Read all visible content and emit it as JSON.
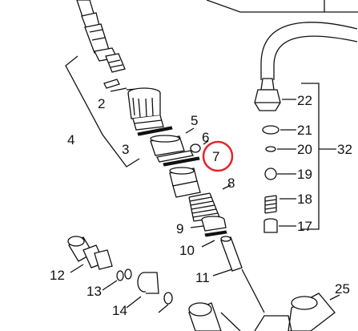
{
  "labels": {
    "l2": "2",
    "l3": "3",
    "l4": "4",
    "l5": "5",
    "l6": "6",
    "l7": "7",
    "l8": "8",
    "l9": "9",
    "l10": "10",
    "l11": "11",
    "l12": "12",
    "l13": "13",
    "l14": "14",
    "l17": "17",
    "l18": "18",
    "l19": "19",
    "l20": "20",
    "l21": "21",
    "l22": "22",
    "l25": "25",
    "l32": "32"
  },
  "highlight_color": "#e0262b"
}
